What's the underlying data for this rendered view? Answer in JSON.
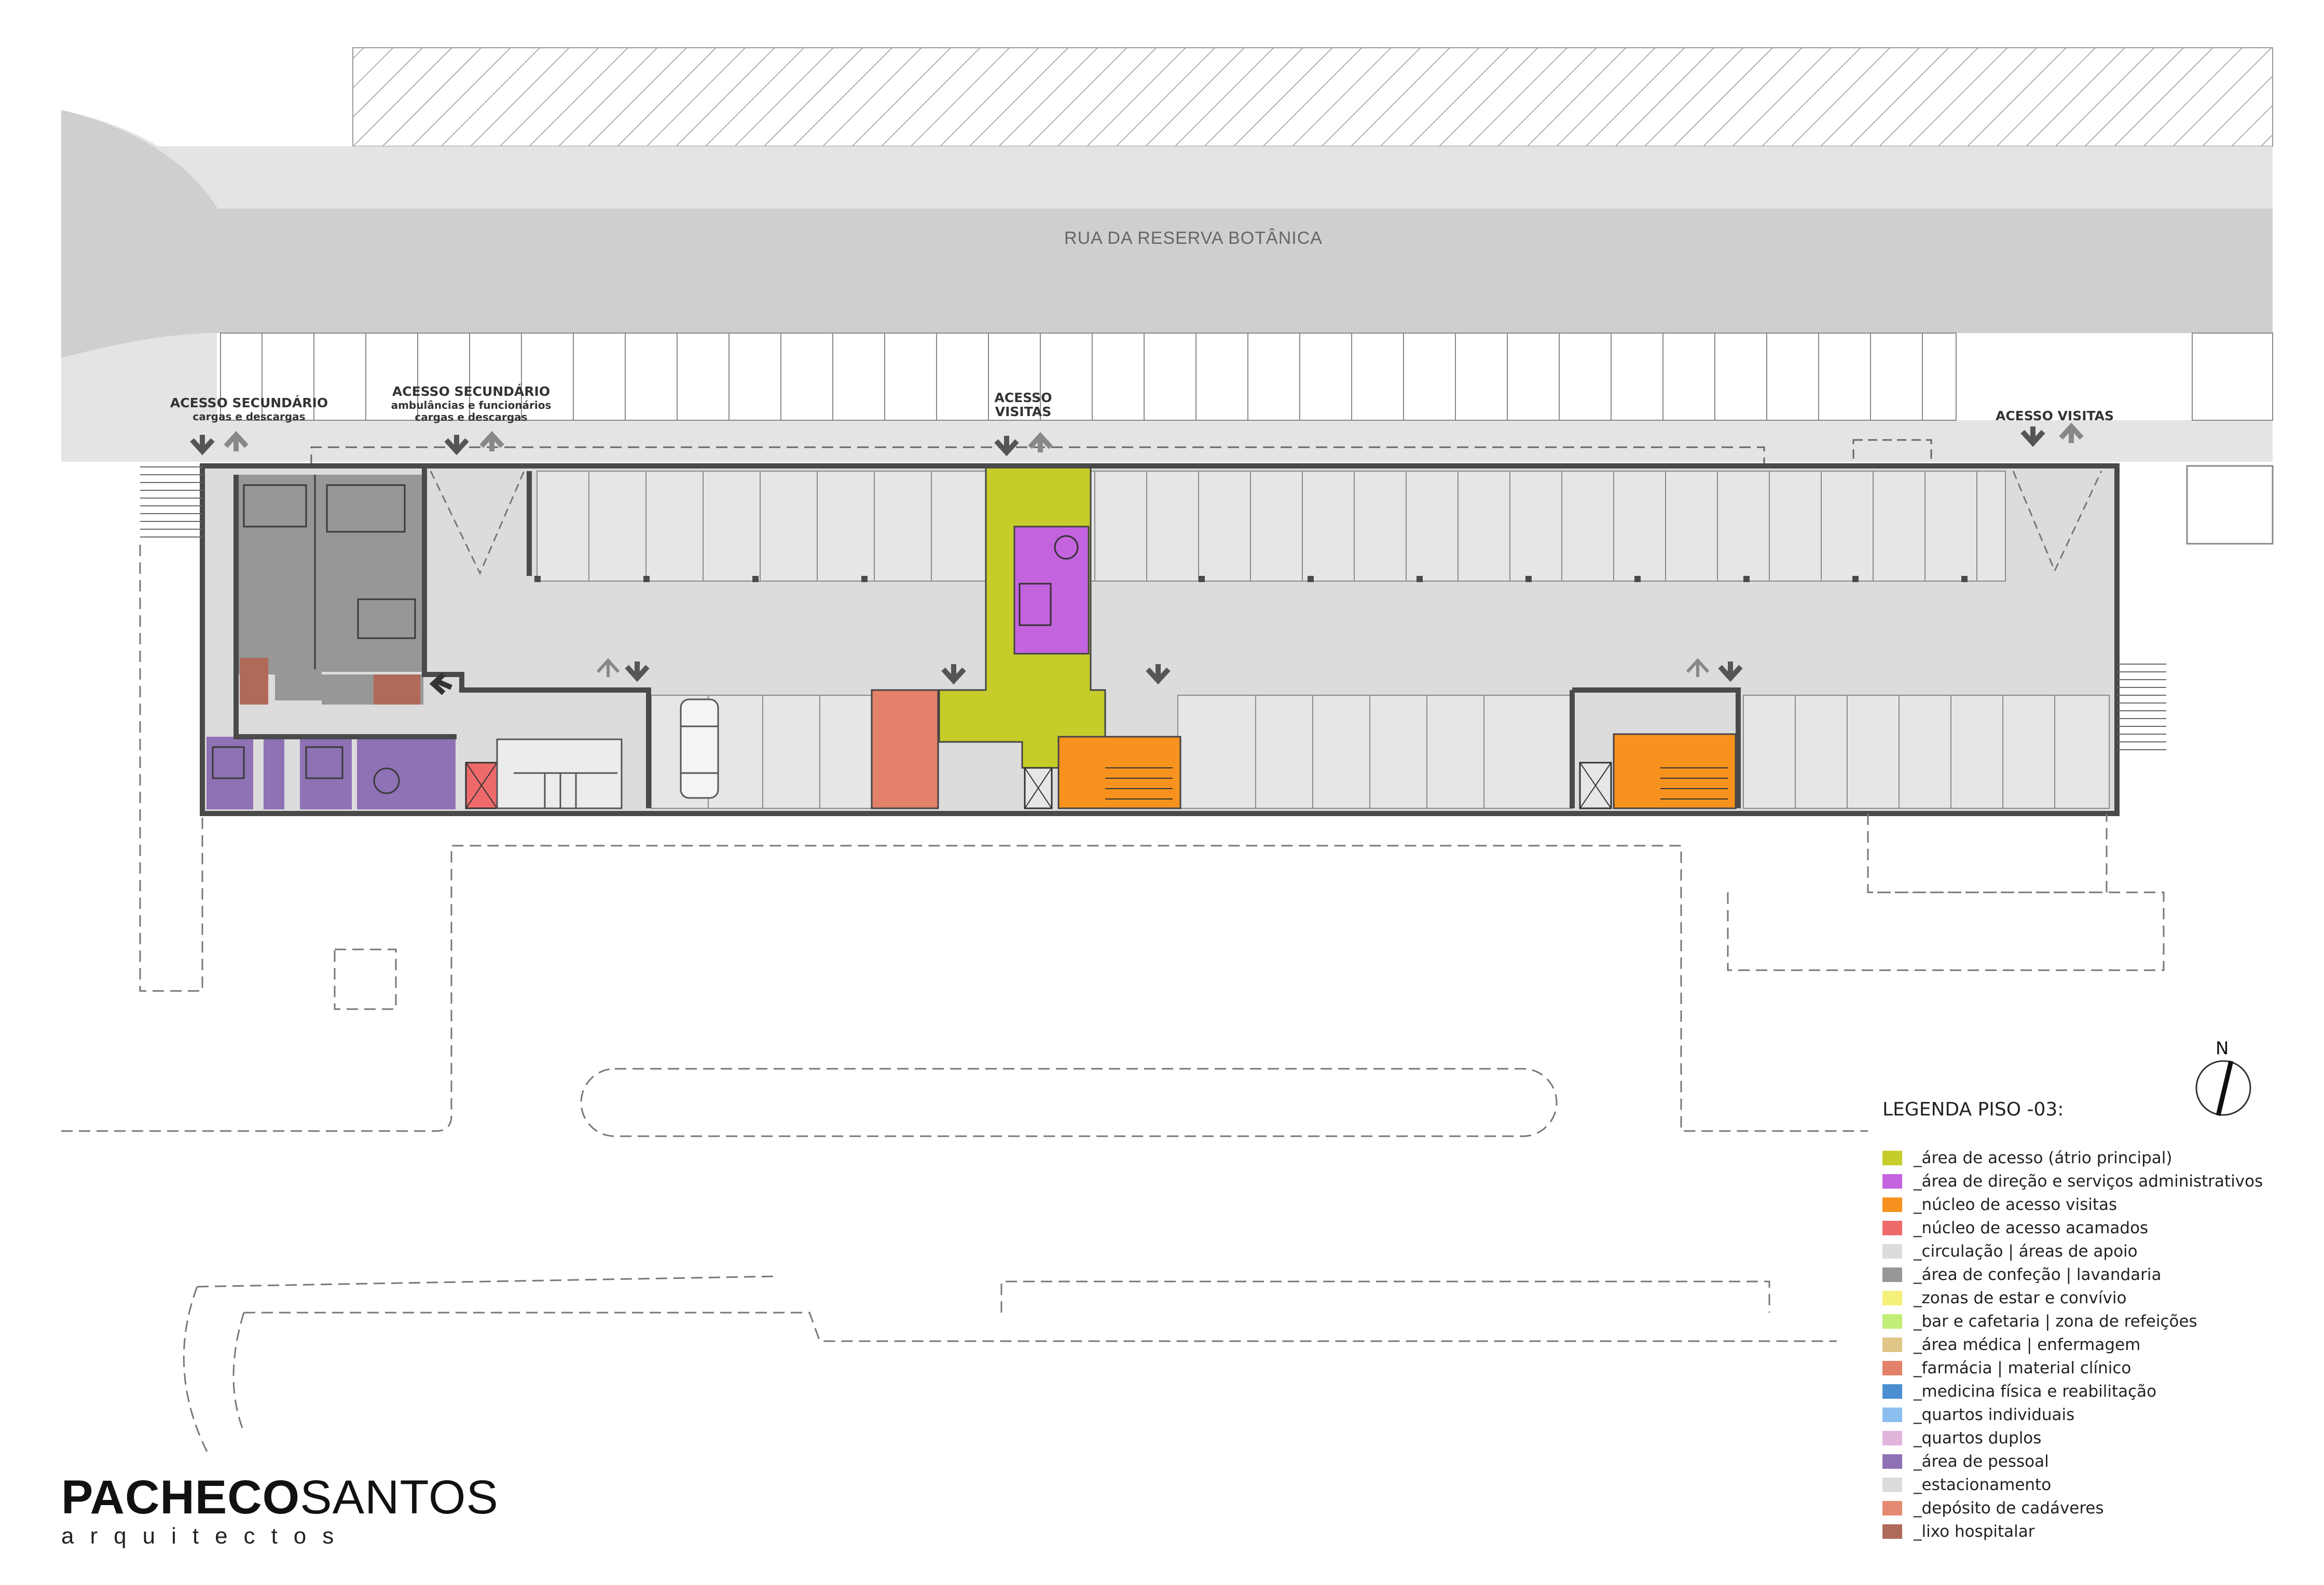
{
  "street": {
    "name": "RUA DA RESERVA BOTÂNICA"
  },
  "access_labels": [
    {
      "title": "ACESSO SECUNDÁRIO",
      "sub1": "cargas e descargas",
      "sub2": ""
    },
    {
      "title": "ACESSO SECUNDÁRIO",
      "sub1": "ambulâncias e funcionários",
      "sub2": "cargas e descargas"
    },
    {
      "title": "ACESSO",
      "sub1": "VISITAS",
      "sub2": ""
    },
    {
      "title": "ACESSO VISITAS",
      "sub1": "",
      "sub2": ""
    }
  ],
  "north": {
    "label": "N"
  },
  "legend": {
    "title": "LEGENDA PISO -03:",
    "items": [
      {
        "label": "_área de acesso (átrio principal)",
        "color": "#c6cc2a"
      },
      {
        "label": "_área de direção e serviços administrativos",
        "color": "#c463de"
      },
      {
        "label": "_núcleo de acesso visitas",
        "color": "#f7921e"
      },
      {
        "label": "_núcleo de acesso acamados",
        "color": "#ee6a6a"
      },
      {
        "label": "_circulação | áreas de apoio",
        "color": "#dcdcdc"
      },
      {
        "label": "_área de confeção | lavandaria",
        "color": "#979797"
      },
      {
        "label": "_zonas de estar e convívio",
        "color": "#f5f07a"
      },
      {
        "label": "_bar e cafetaria | zona de refeições",
        "color": "#c2ee7a"
      },
      {
        "label": "_área médica | enfermagem",
        "color": "#e0c687"
      },
      {
        "label": "_farmácia | material clínico",
        "color": "#e3816a"
      },
      {
        "label": "_medicina física e reabilitação",
        "color": "#4b8fd0"
      },
      {
        "label": "_quartos individuais",
        "color": "#8cbef0"
      },
      {
        "label": "_quartos duplos",
        "color": "#e1b4dc"
      },
      {
        "label": "_área de pessoal",
        "color": "#8f71b5"
      },
      {
        "label": "_estacionamento",
        "color": "#dcdcdc"
      },
      {
        "label": "_depósito de cadáveres",
        "color": "#e58a72"
      },
      {
        "label": "_lixo hospitalar",
        "color": "#b06a5a"
      }
    ]
  },
  "logo": {
    "bold": "PACHECO",
    "light": "SANTOS",
    "sub": "arquitectos"
  }
}
